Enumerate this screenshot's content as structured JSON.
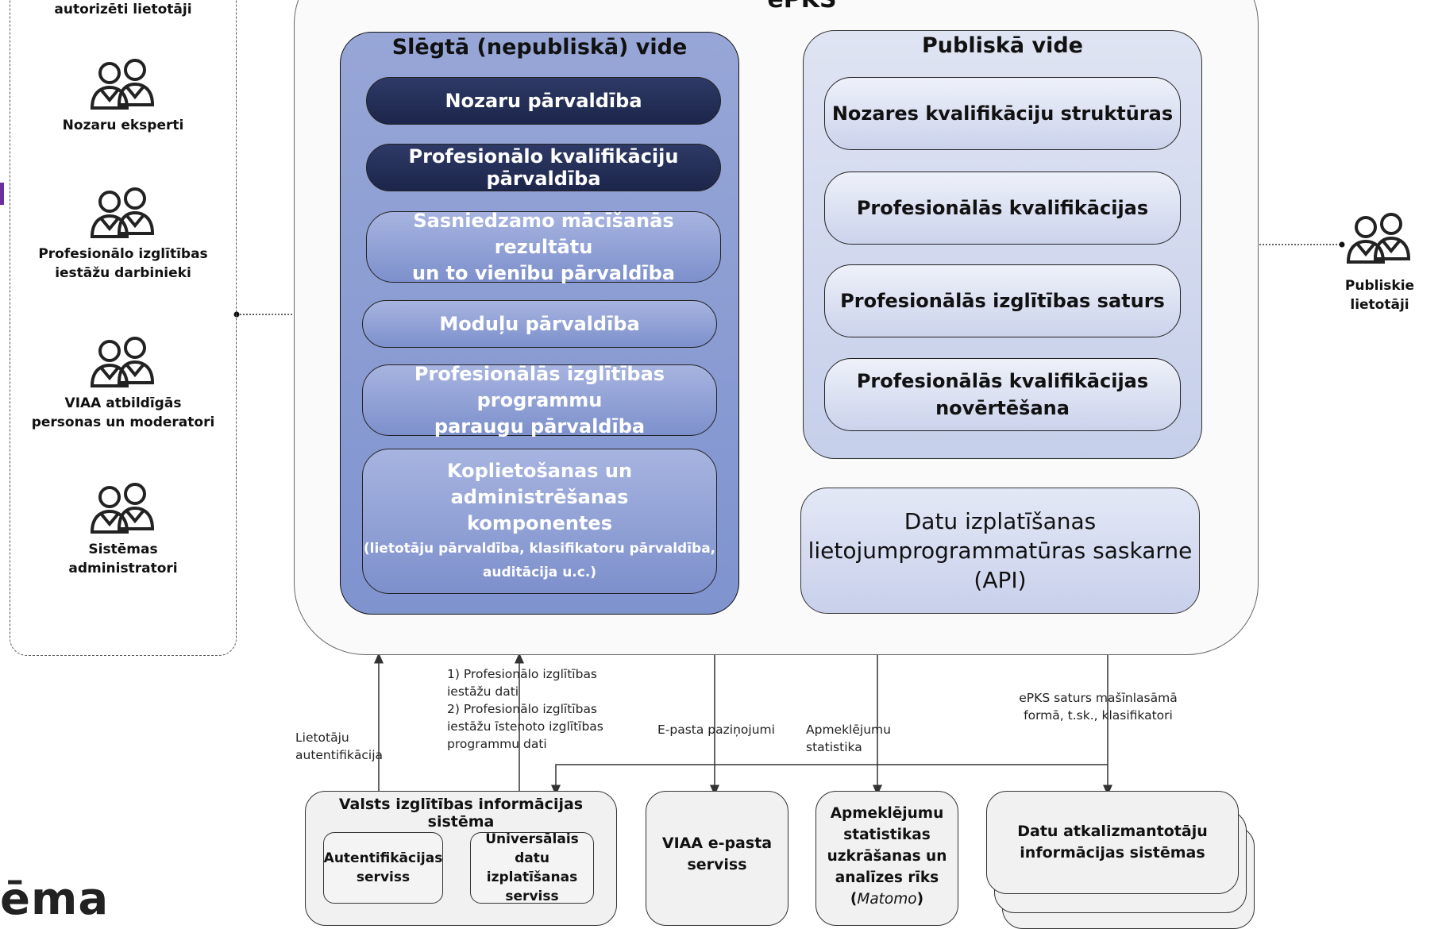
{
  "epks": {
    "title": "ePKS"
  },
  "left_group": {
    "title": "autorizēti lietotāji",
    "users": [
      {
        "label": "Nozaru eksperti"
      },
      {
        "label": "Profesionālo izglītības\niestāžu darbinieki"
      },
      {
        "label": "VIAA atbildīgās\npersonas un moderatori"
      },
      {
        "label": "Sistēmas\nadministratori"
      }
    ]
  },
  "closed_env": {
    "title": "Slēgtā (nepubliskā) vide",
    "items": [
      {
        "label": "Nozaru pārvaldība",
        "style": "dark"
      },
      {
        "label": "Profesionālo kvalifikāciju pārvaldība",
        "style": "dark"
      },
      {
        "label": "Sasniedzamo mācīšanās rezultātu\nun to vienību pārvaldība",
        "style": "blue"
      },
      {
        "label": "Moduļu pārvaldība",
        "style": "blue"
      },
      {
        "label": "Profesionālās izglītības programmu\nparaugu pārvaldība",
        "style": "blue"
      },
      {
        "label": "Koplietošanas un administrēšanas\nkomponentes",
        "note": "(lietotāju pārvaldība, klasifikatoru pārvaldība,\nauditācija u.c.)",
        "style": "blue"
      }
    ]
  },
  "public_env": {
    "title": "Publiskā vide",
    "items": [
      {
        "label": "Nozares kvalifikāciju struktūras"
      },
      {
        "label": "Profesionālās kvalifikācijas"
      },
      {
        "label": "Profesionālās izglītības saturs"
      },
      {
        "label": "Profesionālās kvalifikācijas\nnovērtēšana"
      }
    ]
  },
  "api": {
    "label": "Datu izplatīšanas\nlietojumprogrammatūras saskarne\n(API)"
  },
  "public_users": {
    "label": "Publiskie lietotāji"
  },
  "flows": {
    "auth": "Lietotāju autentifikācija",
    "data": "1) Profesionālo izglītības\niestāžu dati\n2) Profesionālo izglītības\n iestāžu īstenoto izglītības\nprogrammu dati",
    "email": "E-pasta paziņojumi",
    "stats": "Apmeklējumu statistika",
    "reuse": "ePKS saturs mašīnlasāmā\nformā, t.sk., klasifikatori"
  },
  "systems": {
    "vis": {
      "title": "Valsts izglītības informācijas sistēma",
      "auth_service": "Autentifikācijas\nserviss",
      "data_service": "Universālais\ndatu izplatīšanas\nserviss"
    },
    "email_service": "VIAA e-pasta\nserviss",
    "matomo": "Apmeklējumu\nstatistikas\nuzkrāšanas un\nanalīzes rīks\n(Matomo)",
    "reusers": "Datu atkalizmantotāju\ninformācijas sistēmas"
  },
  "logo_fragment": "ēma",
  "colors": {
    "dark_pill": "#1c264b",
    "closed_bg": "#8698d1",
    "public_bg": "#d3d9ef",
    "accent": "#6b2fa0"
  }
}
